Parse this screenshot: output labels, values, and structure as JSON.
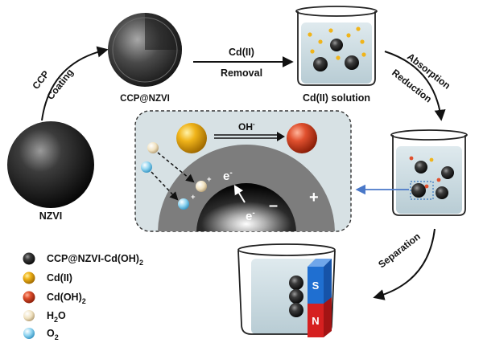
{
  "labels": {
    "ccp": "CCP",
    "coating": "Coating",
    "ccp_nzvi": "CCP@NZVI",
    "nzvi": "NZVI",
    "cd_ii": "Cd(II)",
    "removal": "Removal",
    "cd_solution": "Cd(II) solution",
    "absorption": "Absorption",
    "reduction": "Reduction",
    "separation": "Separation",
    "oh": "OH",
    "oh_sup": "-",
    "electron": "e",
    "electron_sup": "-",
    "minus": "–",
    "plus": "+",
    "small_plus": "+",
    "magnet_s": "S",
    "magnet_n": "N"
  },
  "legend": {
    "item1_main": "CCP@NZVI-Cd(OH)",
    "item1_sub": "2",
    "item2": "Cd(II)",
    "item3_main": "Cd(OH)",
    "item3_sub": "2",
    "item4_main": "H",
    "item4_sub": "2",
    "item4_tail": "O",
    "item5_main": "O",
    "item5_sub": "2"
  },
  "colors": {
    "nanoparticle": "#2b2b2b",
    "cd_ii": "#f0b41a",
    "cd_oh2": "#e0502e",
    "h2o": "#f0e2c0",
    "o2": "#8fd4f0",
    "magnet_s": "#1f6fd1",
    "magnet_n": "#d62020",
    "water": "#cfe0e6",
    "inset_bg": "#d7e1e4"
  }
}
